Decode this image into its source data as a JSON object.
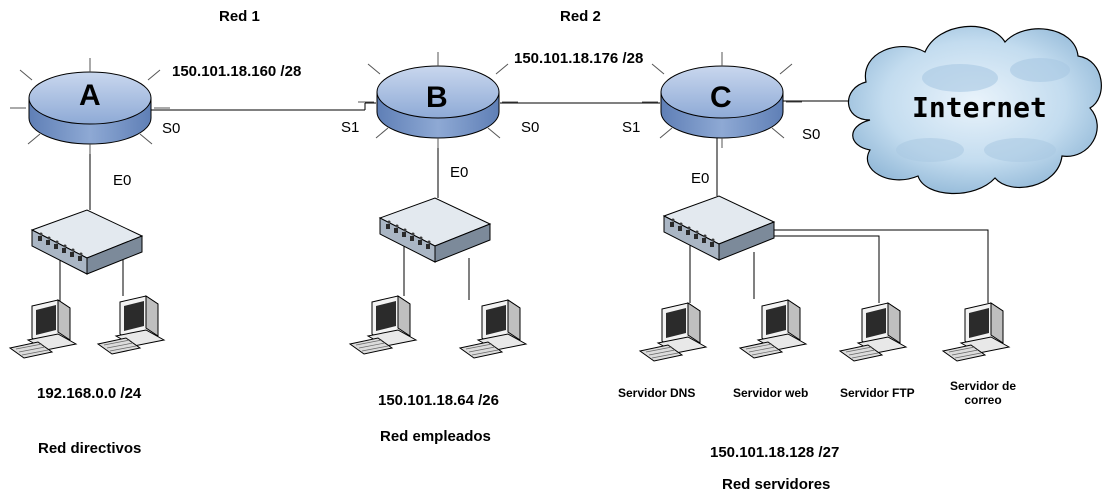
{
  "networks": {
    "red1": {
      "title": "Red 1",
      "address": "150.101.18.160 /28"
    },
    "red2": {
      "title": "Red 2",
      "address": "150.101.18.176 /28"
    },
    "directivos": {
      "address": "192.168.0.0 /24",
      "name": "Red directivos"
    },
    "empleados": {
      "address": "150.101.18.64 /26",
      "name": "Red empleados"
    },
    "servidores": {
      "address": "150.101.18.128 /27",
      "name": "Red servidores"
    }
  },
  "routers": {
    "a": {
      "label": "A",
      "ports": {
        "s0": "S0",
        "e0": "E0"
      }
    },
    "b": {
      "label": "B",
      "ports": {
        "s1": "S1",
        "s0": "S0",
        "e0": "E0"
      }
    },
    "c": {
      "label": "C",
      "ports": {
        "s1": "S1",
        "s0": "S0",
        "e0": "E0"
      }
    }
  },
  "cloud": {
    "label": "Internet"
  },
  "servers": {
    "dns": "Servidor DNS",
    "web": "Servidor web",
    "ftp": "Servidor FTP",
    "correo": "Servidor de correo"
  },
  "colors": {
    "router_top": "#9fb6dc",
    "router_side": "#6f8fc4",
    "cloud_fill": "#cfe3f2",
    "cloud_shade": "#8fb2cf",
    "switch_body": "#cfd8e2"
  }
}
